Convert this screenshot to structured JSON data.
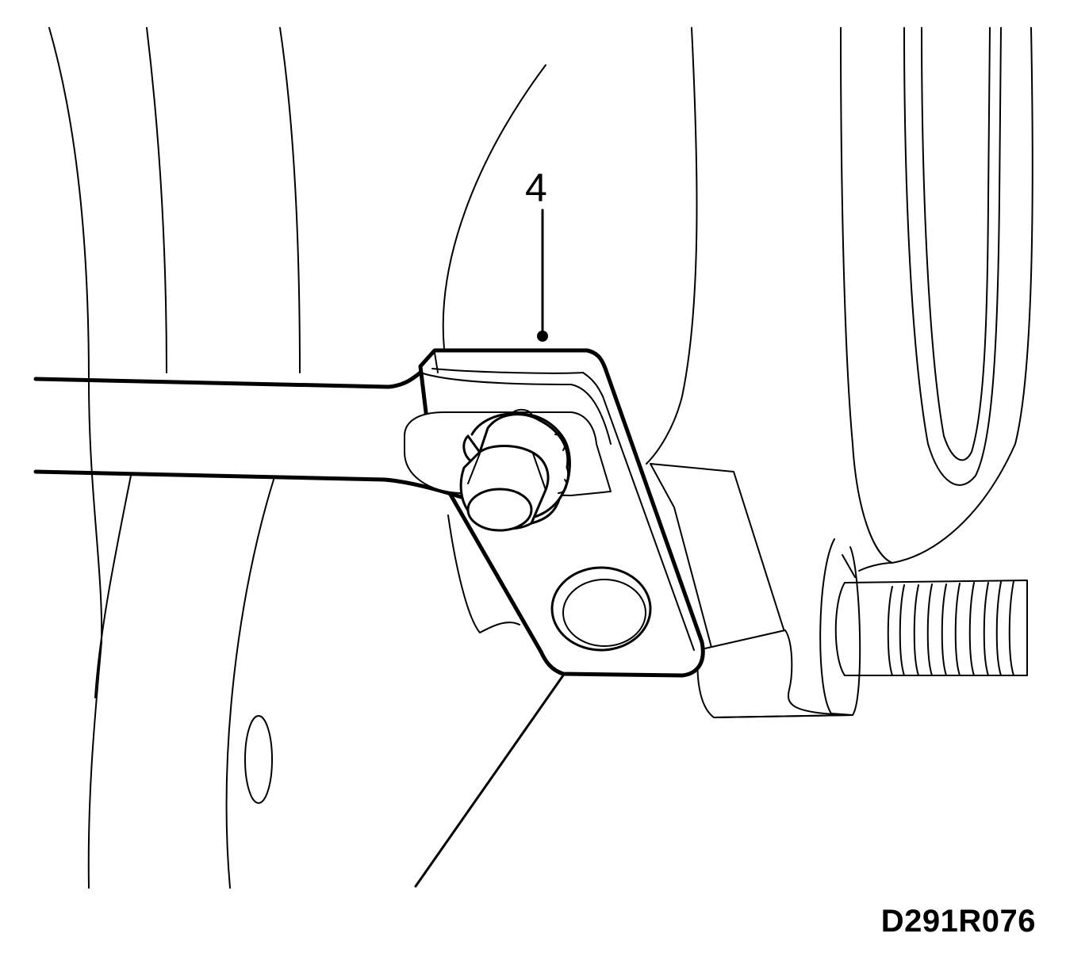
{
  "callout": {
    "number": "4"
  },
  "figure": {
    "code": "D291R076"
  },
  "colors": {
    "line": "#000000",
    "background": "#ffffff"
  },
  "icons": [
    "wrench",
    "nut",
    "bolt",
    "bracket",
    "threaded-shaft"
  ]
}
